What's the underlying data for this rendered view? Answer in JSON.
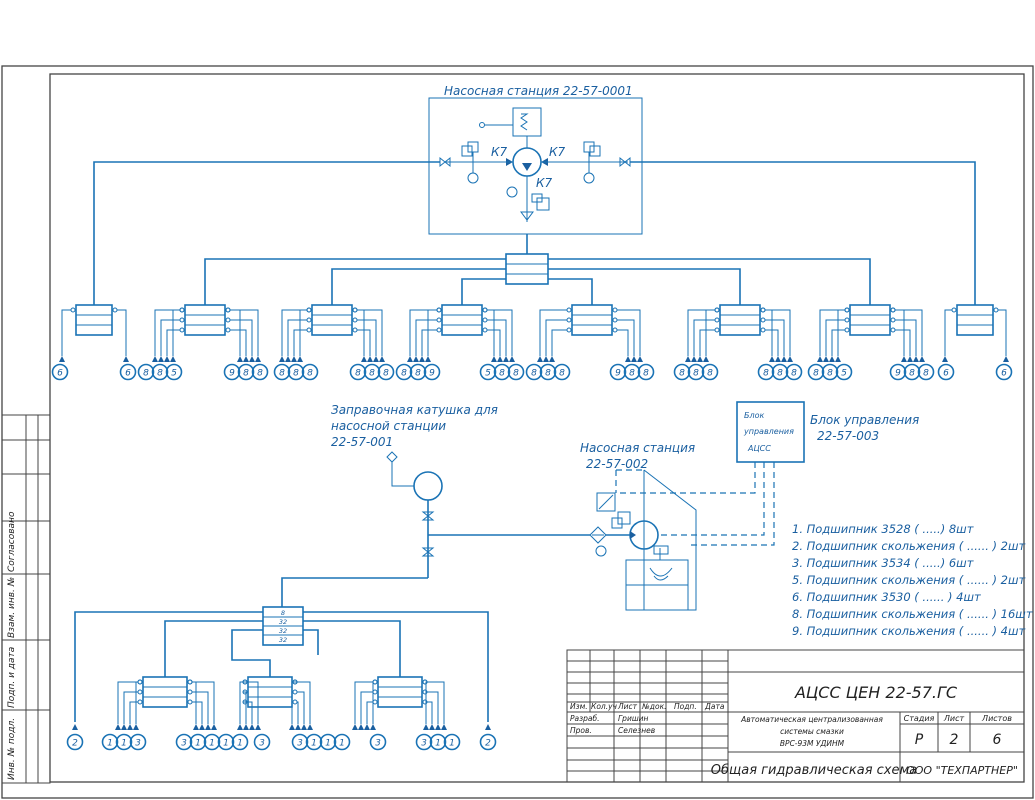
{
  "top_station": {
    "label": "Насосная станция 22-57-0001",
    "valve_label": "К7"
  },
  "refill_reel": {
    "line1": "Заправочная катушка для",
    "line2": "насосной станции",
    "line3": "22-57-001"
  },
  "bottom_station": {
    "line1": "Насосная станция",
    "line2": "22-57-002"
  },
  "control_block": {
    "box_lines": [
      "Блок",
      "управления",
      "АЦСС"
    ],
    "caption1": "Блок управления",
    "caption2": "22-57-003"
  },
  "top_row_markers": [
    "6",
    "6",
    "8",
    "8",
    "5",
    "9",
    "8",
    "8",
    "8",
    "8",
    "8",
    "8",
    "8",
    "8",
    "8",
    "8",
    "9",
    "5",
    "8",
    "8",
    "8",
    "8",
    "8",
    "9",
    "8",
    "8",
    "8",
    "8",
    "8",
    "8",
    "8",
    "8",
    "8",
    "8",
    "5",
    "9",
    "8",
    "8",
    "6",
    "6"
  ],
  "bottom_row_markers": [
    "2",
    "1",
    "1",
    "3",
    "3",
    "1",
    "1",
    "1",
    "1",
    "3",
    "3",
    "1",
    "1",
    "1",
    "3",
    "3",
    "1",
    "1",
    "2"
  ],
  "bottom_manifold_labels": [
    "8",
    "32",
    "32",
    "32"
  ],
  "legend": [
    "1. Подшипник 3528 ( .....) 8шт",
    "2. Подшипник скольжения ( ...... ) 2шт",
    "3. Подшипник 3534 ( .....) 6шт",
    "5. Подшипник скольжения ( ...... ) 2шт",
    "6. Подшипник 3530 ( ...... ) 4шт",
    "8. Подшипник скольжения ( ...... ) 16шт",
    "9. Подшипник скольжения ( ...... ) 4шт"
  ],
  "title_block": {
    "doc_code": "АЦСС ЦЕН 22-57.ГС",
    "headers": [
      "Изм.",
      "Кол.уч",
      "Лист",
      "№док.",
      "Подп.",
      "Дата"
    ],
    "rows": [
      {
        "role": "Разраб.",
        "name": "Гришин"
      },
      {
        "role": "Пров.",
        "name": "Селезнев"
      }
    ],
    "system_name_lines": [
      "Автоматическая централизованная",
      "системы смазки",
      "ВРС-93М УДИНМ"
    ],
    "col_headers": [
      "Стадия",
      "Лист",
      "Листов"
    ],
    "stage": "Р",
    "sheet": "2",
    "sheets": "6",
    "drawing_name": "Общая гидравлическая схема",
    "company": "ООО \"ТЕХПАРТНЕР\""
  },
  "side_labels": [
    "Согласовано",
    "Взам. инв. №",
    "Подп. и дата",
    "Инв. № подл."
  ]
}
